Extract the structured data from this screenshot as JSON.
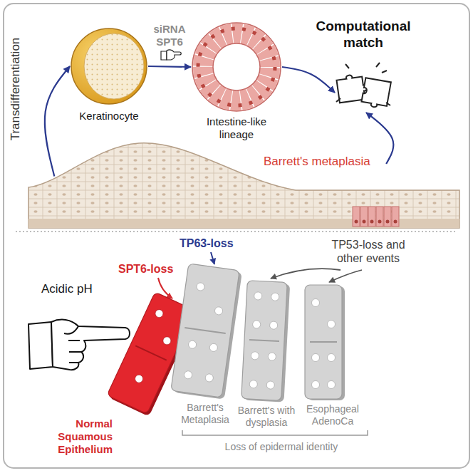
{
  "diagram": {
    "nodes": [
      {
        "text": [
          "Keratinocyte"
        ]
      },
      {
        "text": [
          "Intestine-like lineage"
        ]
      },
      {
        "text": [
          "Computational match"
        ]
      },
      {
        "text": [
          "Barrett's metaplasia"
        ]
      },
      {
        "text": [
          "Normal Squamous Epithelium"
        ]
      },
      {
        "text": [
          "Barrett's Metaplasia"
        ]
      },
      {
        "text": [
          "Barrett's with dysplasia"
        ]
      },
      {
        "text": [
          "Esophageal AdenoCa"
        ]
      }
    ],
    "edges": [
      {
        "from": 3,
        "to": 0,
        "arrow": "to"
      },
      {
        "from": 0,
        "to": 1,
        "label": "siRNA SPT6",
        "arrow": "to"
      },
      {
        "from": 1,
        "to": 2,
        "arrow": "to"
      },
      {
        "from": 3,
        "to": 2,
        "arrow": "to"
      }
    ],
    "labels": [
      "Transdifferentiation",
      "Acidic pH",
      "SPT6-loss",
      "TP63-loss",
      "TP53-loss and other events",
      "Loss of epidermal identity"
    ]
  }
}
